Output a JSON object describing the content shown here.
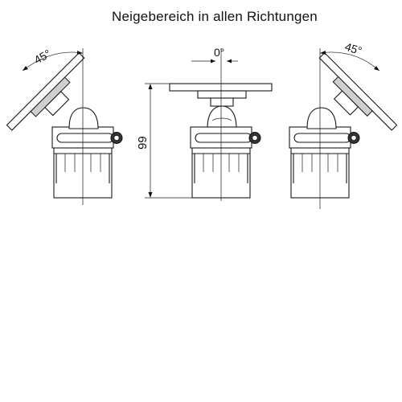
{
  "title": "Neigebereich in allen Richtungen",
  "views": [
    {
      "id": "left",
      "angle_label": "45°",
      "tilt_deg": -45
    },
    {
      "id": "center",
      "angle_label": "0°",
      "height_label": "99",
      "tilt_deg": 0
    },
    {
      "id": "right",
      "angle_label": "45°",
      "tilt_deg": 45
    }
  ]
}
